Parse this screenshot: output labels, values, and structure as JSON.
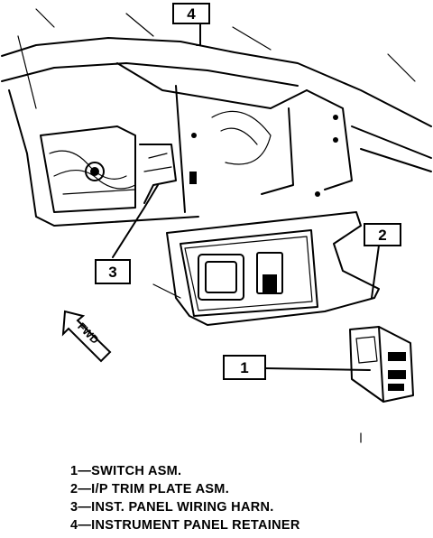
{
  "callouts": {
    "c1": "1",
    "c2": "2",
    "c3": "3",
    "c4": "4"
  },
  "fwd_label": "FWD",
  "legend": [
    "1—SWITCH ASM.",
    "2—I/P TRIM PLATE ASM.",
    "3—INST. PANEL WIRING HARN.",
    "4—INSTRUMENT PANEL RETAINER"
  ]
}
